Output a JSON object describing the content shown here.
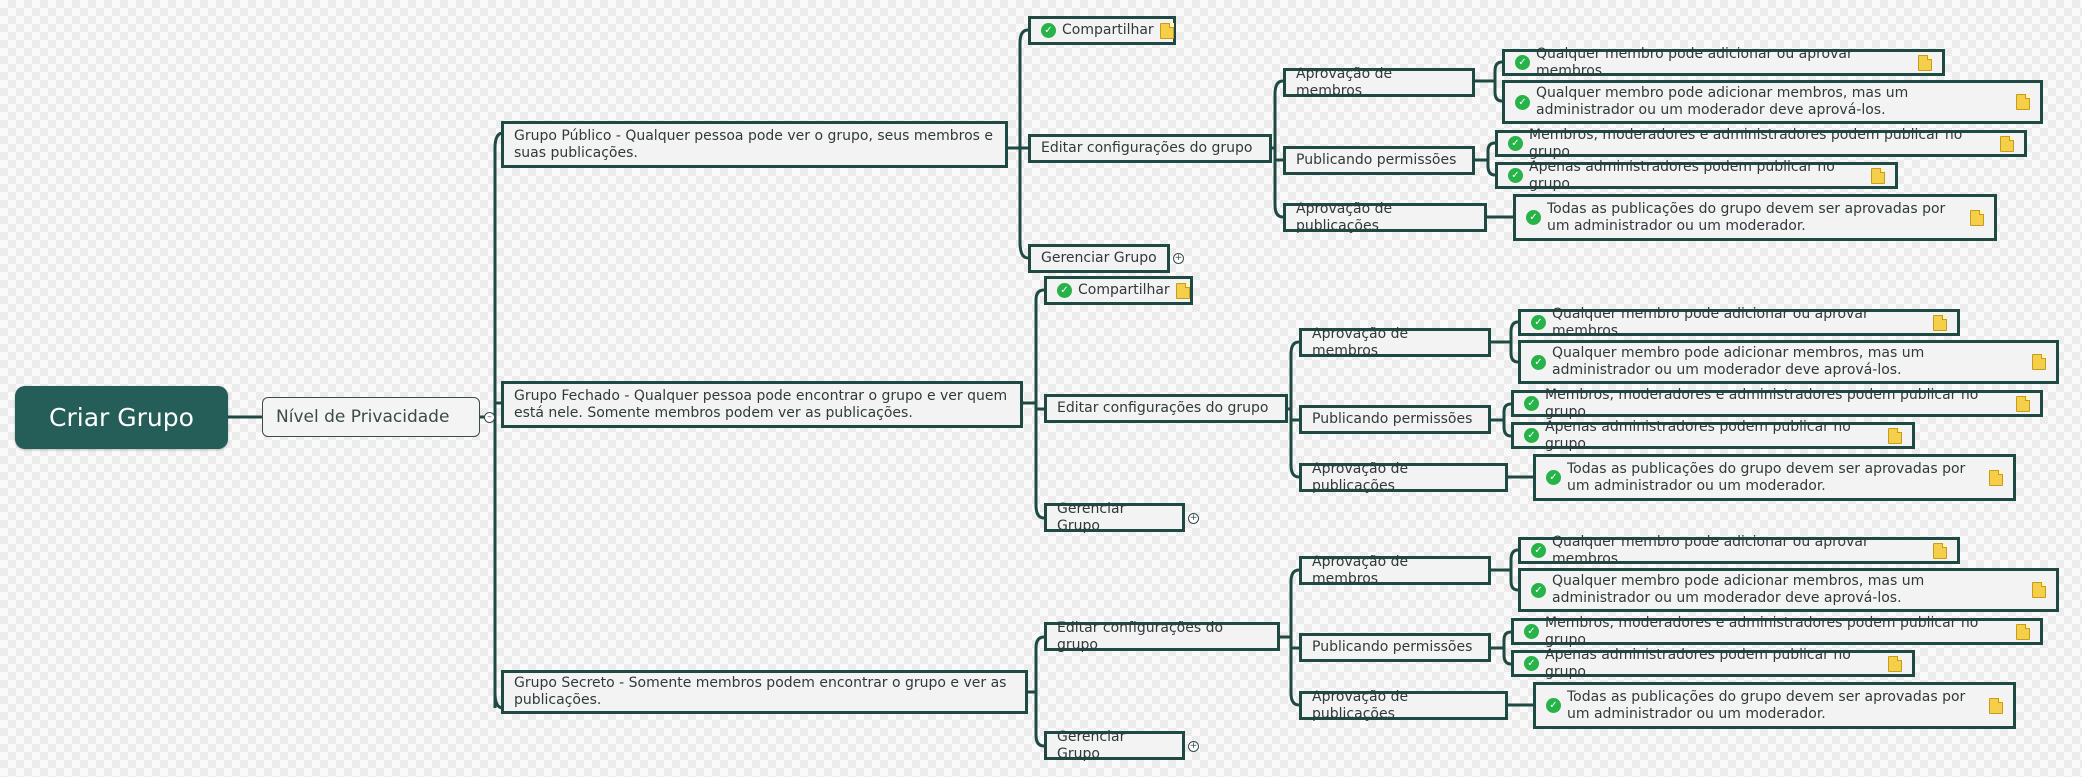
{
  "root": {
    "label": "Criar Grupo"
  },
  "privacy": {
    "label": "Nível de Privacidade"
  },
  "groups": {
    "publico": {
      "title": "Grupo Público - Qualquer pessoa pode ver o grupo, seus membros e suas publicações.",
      "compartilhar": "Compartilhar",
      "editar": "Editar configurações do grupo",
      "gerenciar": "Gerenciar Grupo",
      "aprov_membros": "Aprovação de membros",
      "m1": "Qualquer membro pode adicionar ou aprovar membros.",
      "m2": "Qualquer membro pode adicionar membros, mas um administrador ou um moderador deve aprová-los.",
      "pub_perm": "Publicando permissões",
      "p1": "Membros, moderadores e administradores podem publicar no grupo.",
      "p2": "Apenas administradores podem publicar no grupo.",
      "aprov_pub": "Aprovação de publicações",
      "a1": "Todas as publicações do grupo devem ser aprovadas por um administrador ou um moderador."
    },
    "fechado": {
      "title": "Grupo Fechado - Qualquer pessoa pode encontrar o grupo e ver quem está nele. Somente membros podem ver as publicações.",
      "compartilhar": "Compartilhar",
      "editar": "Editar configurações do grupo",
      "gerenciar": "Gerenciar Grupo",
      "aprov_membros": "Aprovação de membros",
      "m1": "Qualquer membro pode adicionar ou aprovar membros.",
      "m2": "Qualquer membro pode adicionar membros, mas um administrador ou um moderador deve aprová-los.",
      "pub_perm": "Publicando permissões",
      "p1": "Membros, moderadores e administradores podem publicar no grupo.",
      "p2": "Apenas administradores podem publicar no grupo.",
      "aprov_pub": "Aprovação de publicações",
      "a1": "Todas as publicações do grupo devem ser aprovadas por um administrador ou um moderador."
    },
    "secreto": {
      "title": "Grupo Secreto - Somente membros podem encontrar o grupo e ver as publicações.",
      "editar": "Editar configurações do grupo",
      "gerenciar": "Gerenciar Grupo",
      "aprov_membros": "Aprovação de membros",
      "m1": "Qualquer membro pode adicionar ou aprovar membros.",
      "m2": "Qualquer membro pode adicionar membros, mas um administrador ou um moderador deve aprová-los.",
      "pub_perm": "Publicando permissões",
      "p1": "Membros, moderadores e administradores podem publicar no grupo.",
      "p2": "Apenas administradores podem publicar no grupo.",
      "aprov_pub": "Aprovação de publicações",
      "a1": "Todas as publicações do grupo devem ser aprovadas por um administrador ou um moderador."
    }
  },
  "colors": {
    "root_fill": "#255e59",
    "node_border": "#1f4a44",
    "check": "#27b24a",
    "note": "#f5cf4a"
  }
}
